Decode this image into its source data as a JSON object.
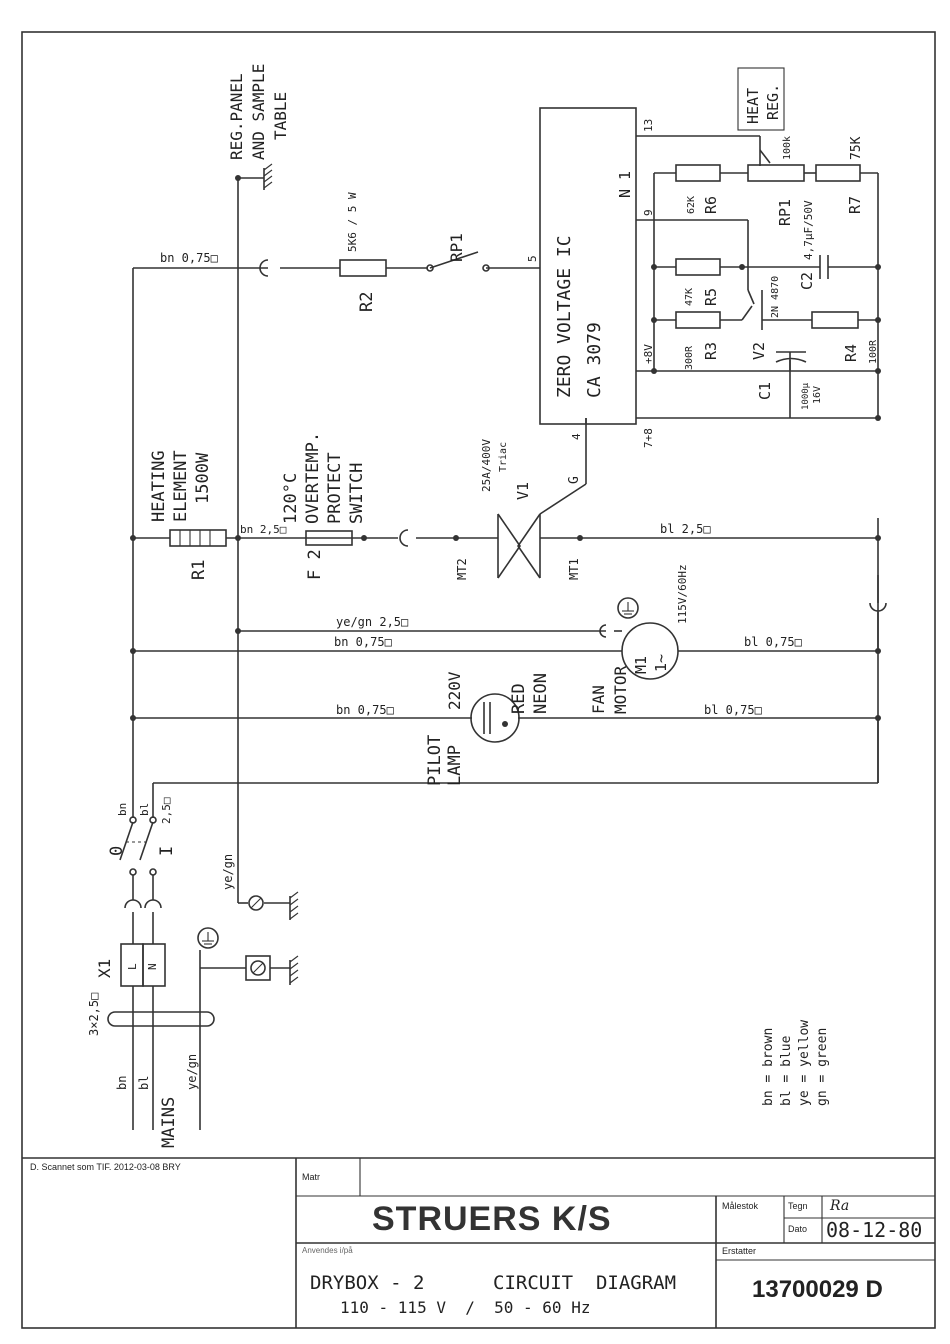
{
  "labels": {
    "reg_panel": [
      "REG.PANEL",
      "AND SAMPLE",
      "TABLE"
    ],
    "heat_reg": [
      "HEAT",
      "REG."
    ],
    "ic_title": [
      "ZERO  VOLTAGE  IC",
      "CA  3079"
    ],
    "ic_ref": "N 1",
    "pin_13": "13",
    "pin_9": "9",
    "pin_5": "5",
    "pin_4": "4",
    "pin_8v": "+8V",
    "pin_78": "7+8",
    "r2_ref": "R2",
    "r2_val": "5K6 / 5 W",
    "rp1_switch": "RP1",
    "r6_ref": "R6",
    "r6_val": "62K",
    "rp1_ref": "RP1",
    "rp1_val": "100k",
    "r7_ref": "R7",
    "r7_val": "75K",
    "r5_ref": "R5",
    "r5_val": "47K",
    "c2_ref": "C2",
    "c2_val": "4,7μF/50V",
    "v2_ref": "V2",
    "v2_val": "2N 4870",
    "r3_ref": "R3",
    "r3_val": "300R",
    "r4_ref": "R4",
    "r4_val": "100R",
    "c1_ref": "C1",
    "c1_val": [
      "1000μ",
      "16V"
    ],
    "heating": [
      "HEATING",
      "ELEMENT",
      "1500W"
    ],
    "r1_ref": "R1",
    "overtemp": [
      "120°C",
      "OVERTEMP.",
      "PROTECT",
      "SWITCH"
    ],
    "f2_ref": "F 2",
    "triac": [
      "25A/400V",
      "Triac"
    ],
    "v1_ref": "V1",
    "gate": "G",
    "mt2": "MT2",
    "mt1": "MT1",
    "motor": [
      "M1",
      "1~"
    ],
    "motor_rating": "115V/60Hz",
    "fan": [
      "FAN",
      "MOTOR"
    ],
    "neon": [
      "RED",
      "NEON"
    ],
    "pilot": [
      "PILOT",
      "LAMP"
    ],
    "lamp_v": "220V",
    "switch_0": "0",
    "switch_1": "I",
    "x1_ref": "X1",
    "x1_L": "L",
    "x1_N": "N",
    "cable_3x": "3×2,5□",
    "mains": "MAINS",
    "legend": [
      "bn  = brown",
      "bl  = blue",
      "ye  = yellow",
      "gn  = green"
    ]
  },
  "wires": {
    "bn_075_top": "bn  0,75□",
    "bn_25": "bn 2,5□",
    "bl_25": "bl    2,5□",
    "yegn_25": "ye/gn   2,5□",
    "bn_075_motor": "bn  0,75□",
    "bl_075_motor": "bl   0,75□",
    "bn_075_lamp": "bn  0,75□",
    "bl_075_lamp": "bl   0,75□",
    "sw_bn": "bn",
    "sw_bl": "bl",
    "sw_25": "2,5□",
    "yegn_earth": "ye/gn",
    "mains_bn": "bn",
    "mains_bl": "bl",
    "mains_yegn": "ye/gn"
  },
  "title_block": {
    "scan_note": "D. Scannet som TIF. 2012-03-08 BRY",
    "matr_label": "Matr",
    "company": "STRUERS K/S",
    "anvendes_label": "Anvendes  i/på",
    "title_line1": "DRYBOX - 2      CIRCUIT  DIAGRAM",
    "title_line2": "110 - 115 V  /  50 - 60 Hz",
    "malestok_label": "Målestok",
    "tegn_label": "Tegn",
    "tegn_value": "Ra",
    "dato_label": "Dato",
    "dato_value": "08-12-80",
    "erstatter_label": "Erstatter",
    "drawing_number": "13700029 D"
  }
}
